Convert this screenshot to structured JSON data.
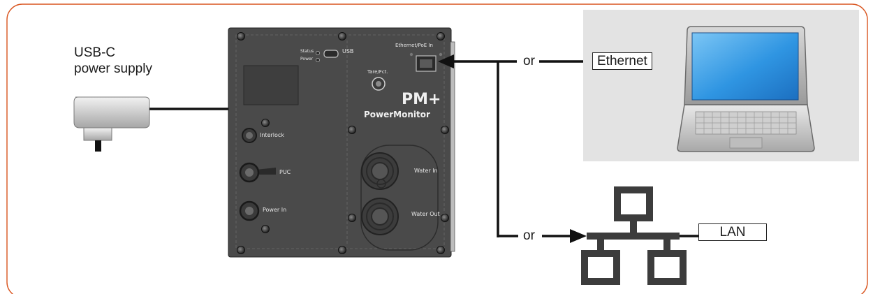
{
  "labels": {
    "usb_power_supply_line1": "USB-C",
    "usb_power_supply_line2": "power supply",
    "ethernet": "Ethernet",
    "lan": "LAN",
    "or_top": "or",
    "or_bottom": "or"
  },
  "device": {
    "model": "PM+",
    "name": "PowerMonitor",
    "status_led": "Status",
    "power_led": "Power",
    "usb_port": "USB",
    "ethernet_port": "Ethernet/PoE In",
    "tare_button": "Tare/Fct.",
    "interlock": "Interlock",
    "puc": "PUC",
    "power_in": "Power In",
    "water_in": "Water In",
    "water_out": "Water Out"
  },
  "colors": {
    "frame": "#d9541e",
    "device_panel": "#4a4a4a",
    "connector": "#2b2b2b",
    "line": "#111111",
    "network_icon": "#3c3c3c",
    "laptop_panel": "#e3e3e3",
    "laptop_screen": "#3aa3ea"
  }
}
